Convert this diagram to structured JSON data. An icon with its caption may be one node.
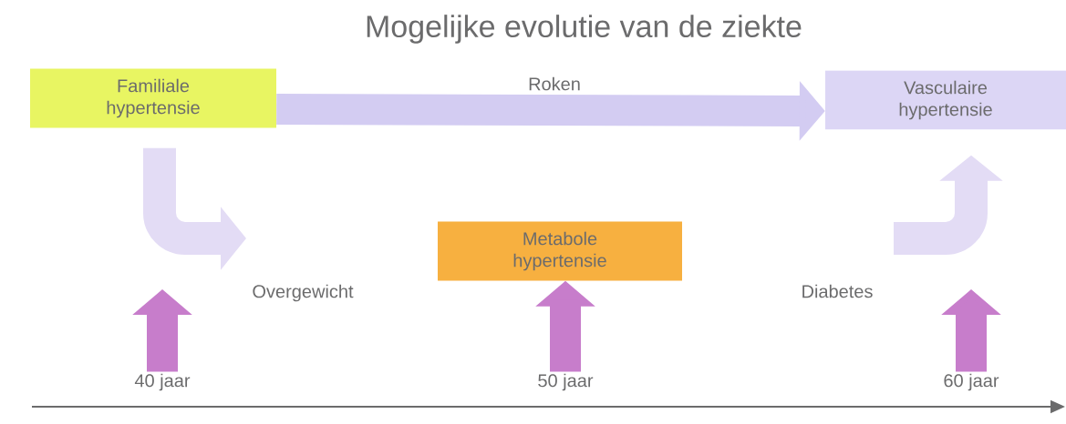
{
  "diagram": {
    "title": "Mogelijke evolutie van de ziekte",
    "nodes": [
      {
        "text": [
          "Familiale hypertensie"
        ]
      },
      {
        "text": [
          "Metabole hypertensie"
        ]
      },
      {
        "text": [
          "Vasculaire hypertensie"
        ]
      },
      {
        "text": [
          "40 jaar"
        ]
      },
      {
        "text": [
          "50 jaar"
        ]
      },
      {
        "text": [
          "60 jaar"
        ]
      }
    ],
    "edges": [
      {
        "from": 0,
        "to": null,
        "arrow": "to",
        "label": "Overgewicht",
        "color": "#e3dcf5"
      },
      {
        "from": 0,
        "to": 2,
        "arrow": "to",
        "label": "Roken",
        "color": "#d3ccf2"
      },
      {
        "from": null,
        "to": 2,
        "arrow": "to",
        "label": "Diabetes",
        "color": "#e3dcf5"
      },
      {
        "from": 3,
        "to": null,
        "arrow": "to",
        "color": "#c77dcb"
      },
      {
        "from": 4,
        "to": 1,
        "arrow": "to",
        "color": "#c77dcb"
      },
      {
        "from": 5,
        "to": null,
        "arrow": "to",
        "color": "#c77dcb"
      }
    ]
  }
}
